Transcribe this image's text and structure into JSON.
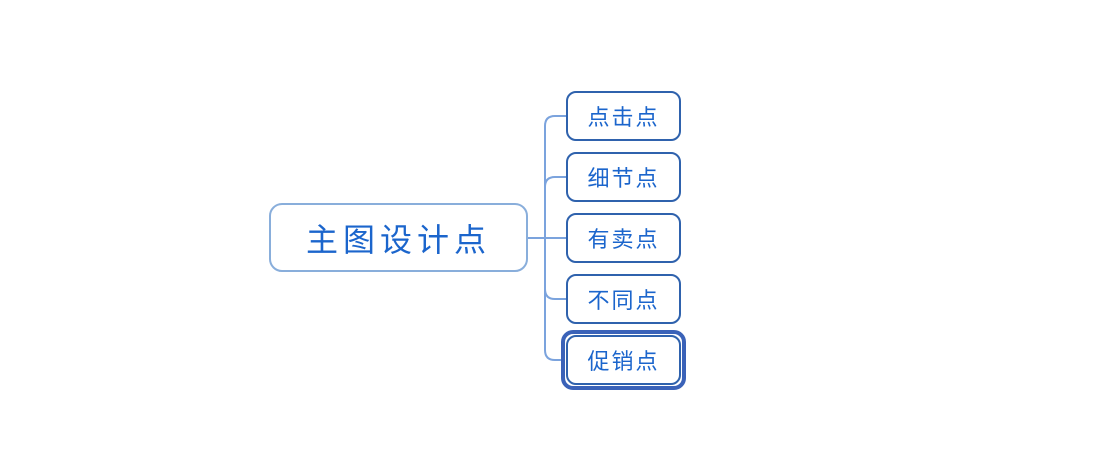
{
  "diagram": {
    "type": "mind-map",
    "background_color": "#ffffff",
    "text_color": "#1b65cc",
    "root": {
      "label": "主图设计点",
      "border_color": "#89aedb"
    },
    "children": [
      {
        "label": "点击点",
        "border_color": "#2f62ad",
        "selected": "false"
      },
      {
        "label": "细节点",
        "border_color": "#2f62ad",
        "selected": "false"
      },
      {
        "label": "有卖点",
        "border_color": "#2f62ad",
        "selected": "false"
      },
      {
        "label": "不同点",
        "border_color": "#2f62ad",
        "selected": "false"
      },
      {
        "label": "促销点",
        "border_color": "#2f62ad",
        "selected": "true"
      }
    ],
    "selection": {
      "ring_color": "#3a62b8"
    },
    "connector": {
      "color": "#7ba3dd"
    }
  }
}
